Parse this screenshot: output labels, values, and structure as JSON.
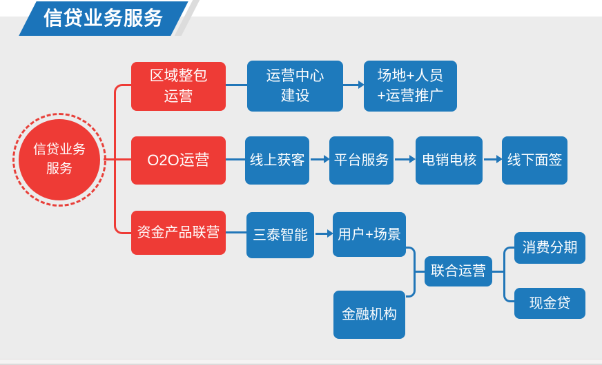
{
  "banner": {
    "title": "信贷业务服务"
  },
  "root": {
    "label": "信贷业务\n服务"
  },
  "colors": {
    "banner_blue": "#1b74ba",
    "node_blue": "#1e7abc",
    "node_red": "#ee3b36",
    "connector_blue": "#2176b8",
    "connector_red": "#ee3b36",
    "background": "#ececec"
  },
  "rows": [
    {
      "name": "regional-operation",
      "nodes": [
        {
          "label": "区域整包\n运营",
          "type": "red"
        },
        {
          "label": "运营中心\n建设",
          "type": "blue"
        },
        {
          "label": "场地+人员\n+运营推广",
          "type": "blue"
        }
      ]
    },
    {
      "name": "o2o-operation",
      "nodes": [
        {
          "label": "O2O运营",
          "type": "red"
        },
        {
          "label": "线上获客",
          "type": "blue"
        },
        {
          "label": "平台服务",
          "type": "blue"
        },
        {
          "label": "电销电核",
          "type": "blue"
        },
        {
          "label": "线下面签",
          "type": "blue"
        }
      ]
    },
    {
      "name": "funding-product",
      "nodes": [
        {
          "label": "资金产品联营",
          "type": "red"
        },
        {
          "label": "三泰智能",
          "type": "blue"
        },
        {
          "label": "用户+场景",
          "type": "blue"
        },
        {
          "label": "金融机构",
          "type": "blue"
        },
        {
          "label": "联合运营",
          "type": "blue"
        },
        {
          "label": "消费分期",
          "type": "blue"
        },
        {
          "label": "现金贷",
          "type": "blue"
        }
      ]
    }
  ]
}
